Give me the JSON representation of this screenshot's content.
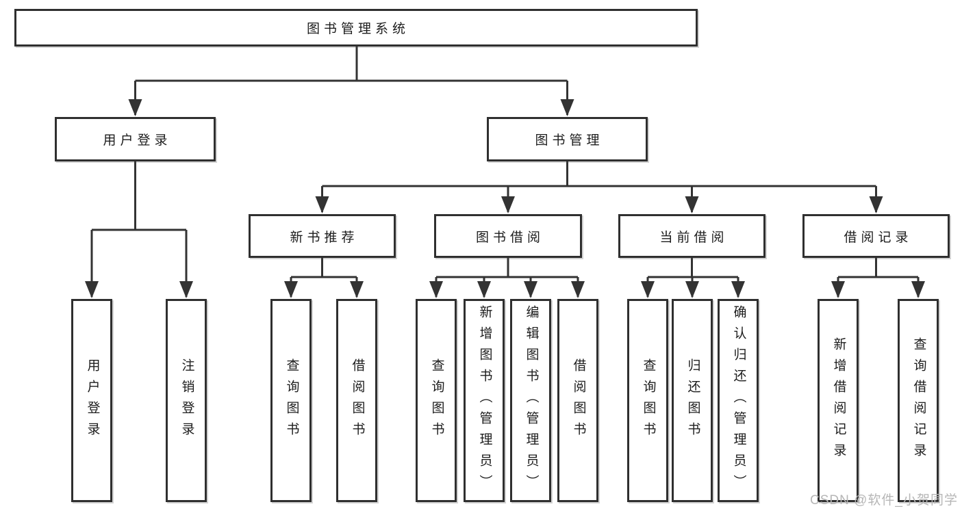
{
  "diagram": {
    "root": {
      "label": "图书管理系统"
    },
    "level2": [
      {
        "id": "user-login",
        "label": "用户登录"
      },
      {
        "id": "book-management",
        "label": "图书管理"
      }
    ],
    "level3": [
      {
        "id": "new-book-recommend",
        "label": "新书推荐"
      },
      {
        "id": "book-borrow",
        "label": "图书借阅"
      },
      {
        "id": "current-borrow",
        "label": "当前借阅"
      },
      {
        "id": "borrow-records",
        "label": "借阅记录"
      }
    ],
    "leaves": [
      {
        "group": "user-login",
        "label": "用户登录"
      },
      {
        "group": "user-login",
        "label": "注销登录"
      },
      {
        "group": "new-book-recommend",
        "label": "查询图书"
      },
      {
        "group": "new-book-recommend",
        "label": "借阅图书"
      },
      {
        "group": "book-borrow",
        "label": "查询图书"
      },
      {
        "group": "book-borrow",
        "label": "新增图书（管理员）"
      },
      {
        "group": "book-borrow",
        "label": "编辑图书（管理员）"
      },
      {
        "group": "book-borrow",
        "label": "借阅图书"
      },
      {
        "group": "current-borrow",
        "label": "查询图书"
      },
      {
        "group": "current-borrow",
        "label": "归还图书"
      },
      {
        "group": "current-borrow",
        "label": "确认归还（管理员）"
      },
      {
        "group": "borrow-records",
        "label": "新增借阅记录"
      },
      {
        "group": "borrow-records",
        "label": "查询借阅记录"
      }
    ]
  },
  "watermark": {
    "text": "CSDN @软件_小贺同学"
  },
  "colors": {
    "line": "#333333",
    "box_border": "#2f2f2f",
    "text": "#1c1c1c",
    "watermark": "#b6b6b6"
  }
}
